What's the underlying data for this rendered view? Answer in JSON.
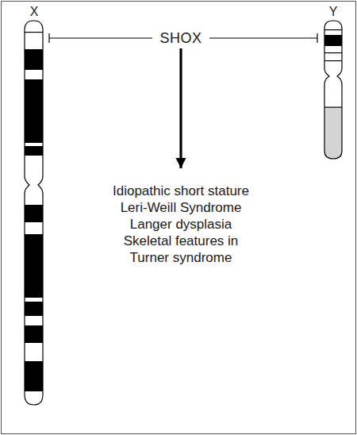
{
  "diagram": {
    "nodes": [
      {
        "text": [
          "X"
        ]
      },
      {
        "text": [
          "Y"
        ]
      },
      {
        "text": [
          "SHOX"
        ]
      },
      {
        "text": [
          "Idiopathic short stature",
          "Leri-Weill Syndrome",
          "Langer dysplasia",
          "Skeletal features in Turner syndrome"
        ]
      }
    ],
    "edges": [
      {
        "from": 2,
        "to": 0,
        "arrow": "none"
      },
      {
        "from": 2,
        "to": 1,
        "arrow": "none"
      },
      {
        "from": 2,
        "to": 3,
        "arrow": "to"
      }
    ]
  }
}
